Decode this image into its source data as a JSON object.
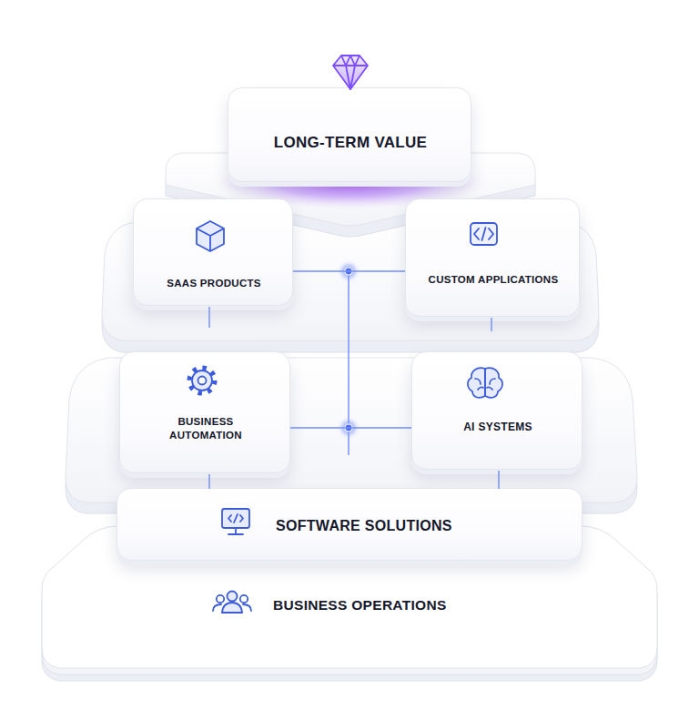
{
  "diagram": {
    "nodes": [
      {
        "text": [
          "LONG-TERM VALUE"
        ]
      },
      {
        "text": [
          "SAAS PRODUCTS"
        ]
      },
      {
        "text": [
          "CUSTOM APPLICATIONS"
        ]
      },
      {
        "text": [
          "BUSINESS AUTOMATION"
        ]
      },
      {
        "text": [
          "AI SYSTEMS"
        ]
      },
      {
        "text": [
          "SOFTWARE SOLUTIONS"
        ]
      },
      {
        "text": [
          "BUSINESS OPERATIONS"
        ]
      }
    ],
    "edges": [
      {
        "from": 1,
        "to": 2,
        "arrow": "none"
      },
      {
        "from": 3,
        "to": 4,
        "arrow": "none"
      }
    ]
  }
}
